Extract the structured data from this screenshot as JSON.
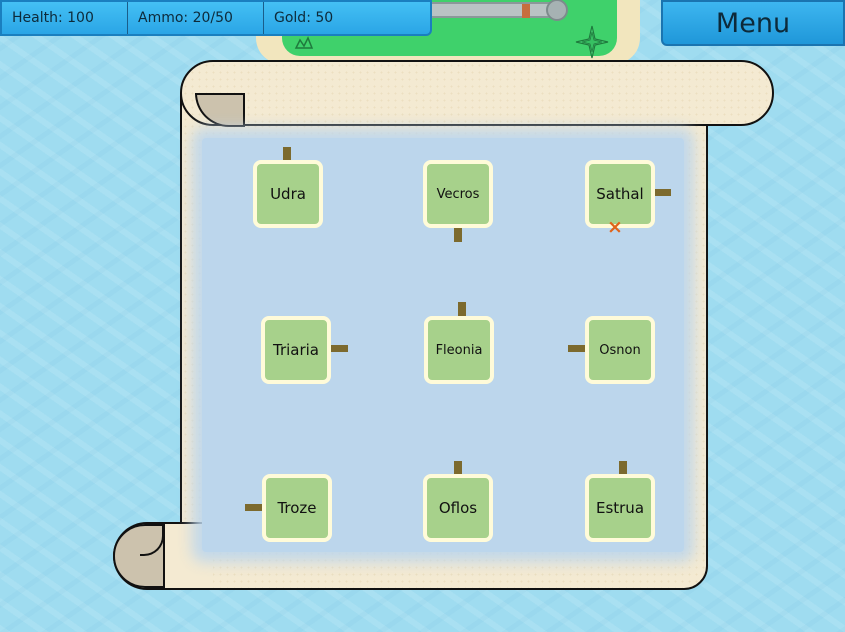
{
  "hud": {
    "health": "Health: 100",
    "ammo": "Ammo: 20/50",
    "gold": "Gold: 50"
  },
  "menu": {
    "label": "Menu"
  },
  "map": {
    "islands": [
      {
        "name": "Udra"
      },
      {
        "name": "Vecros"
      },
      {
        "name": "Sathal"
      },
      {
        "name": "Triaria"
      },
      {
        "name": "Fleonia"
      },
      {
        "name": "Osnon"
      },
      {
        "name": "Troze"
      },
      {
        "name": "Oflos"
      },
      {
        "name": "Estrua"
      }
    ],
    "marker": "×"
  },
  "colors": {
    "sea": "#9fdcf0",
    "hud": "#2aa5e6",
    "parchment": "#f4ead2",
    "map_water": "#bcd6ec",
    "island_grass": "#a7d18b",
    "island_shore": "#fffbd9",
    "dock": "#7c6a2e",
    "marker": "#e0641a"
  }
}
